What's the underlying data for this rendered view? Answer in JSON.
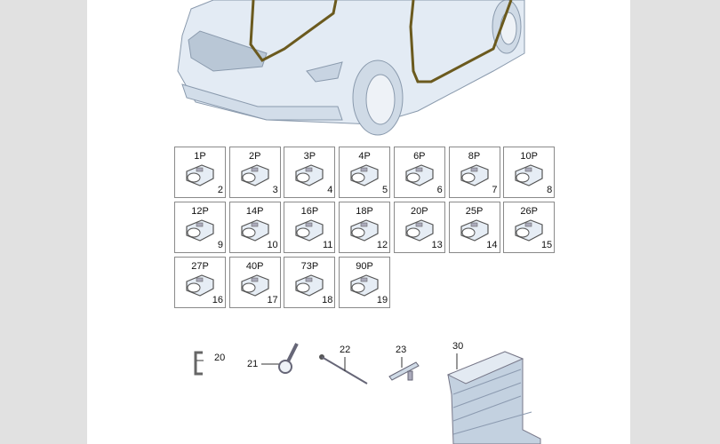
{
  "connectors": [
    {
      "pins": "1P",
      "item": "2"
    },
    {
      "pins": "2P",
      "item": "3"
    },
    {
      "pins": "3P",
      "item": "4"
    },
    {
      "pins": "4P",
      "item": "5"
    },
    {
      "pins": "6P",
      "item": "6"
    },
    {
      "pins": "8P",
      "item": "7"
    },
    {
      "pins": "10P",
      "item": "8"
    },
    {
      "pins": "12P",
      "item": "9"
    },
    {
      "pins": "14P",
      "item": "10"
    },
    {
      "pins": "16P",
      "item": "11"
    },
    {
      "pins": "18P",
      "item": "12"
    },
    {
      "pins": "20P",
      "item": "13"
    },
    {
      "pins": "25P",
      "item": "14"
    },
    {
      "pins": "26P",
      "item": "15"
    },
    {
      "pins": "27P",
      "item": "16"
    },
    {
      "pins": "40P",
      "item": "17"
    },
    {
      "pins": "73P",
      "item": "18"
    },
    {
      "pins": "90P",
      "item": "19"
    }
  ],
  "parts": {
    "bracket": "20",
    "ring_terminal": "21",
    "wire_pin": "22",
    "clip": "23",
    "fuse_box": "30"
  },
  "colors": {
    "harness": "#6b5a1e",
    "car": "#dde7f2"
  }
}
